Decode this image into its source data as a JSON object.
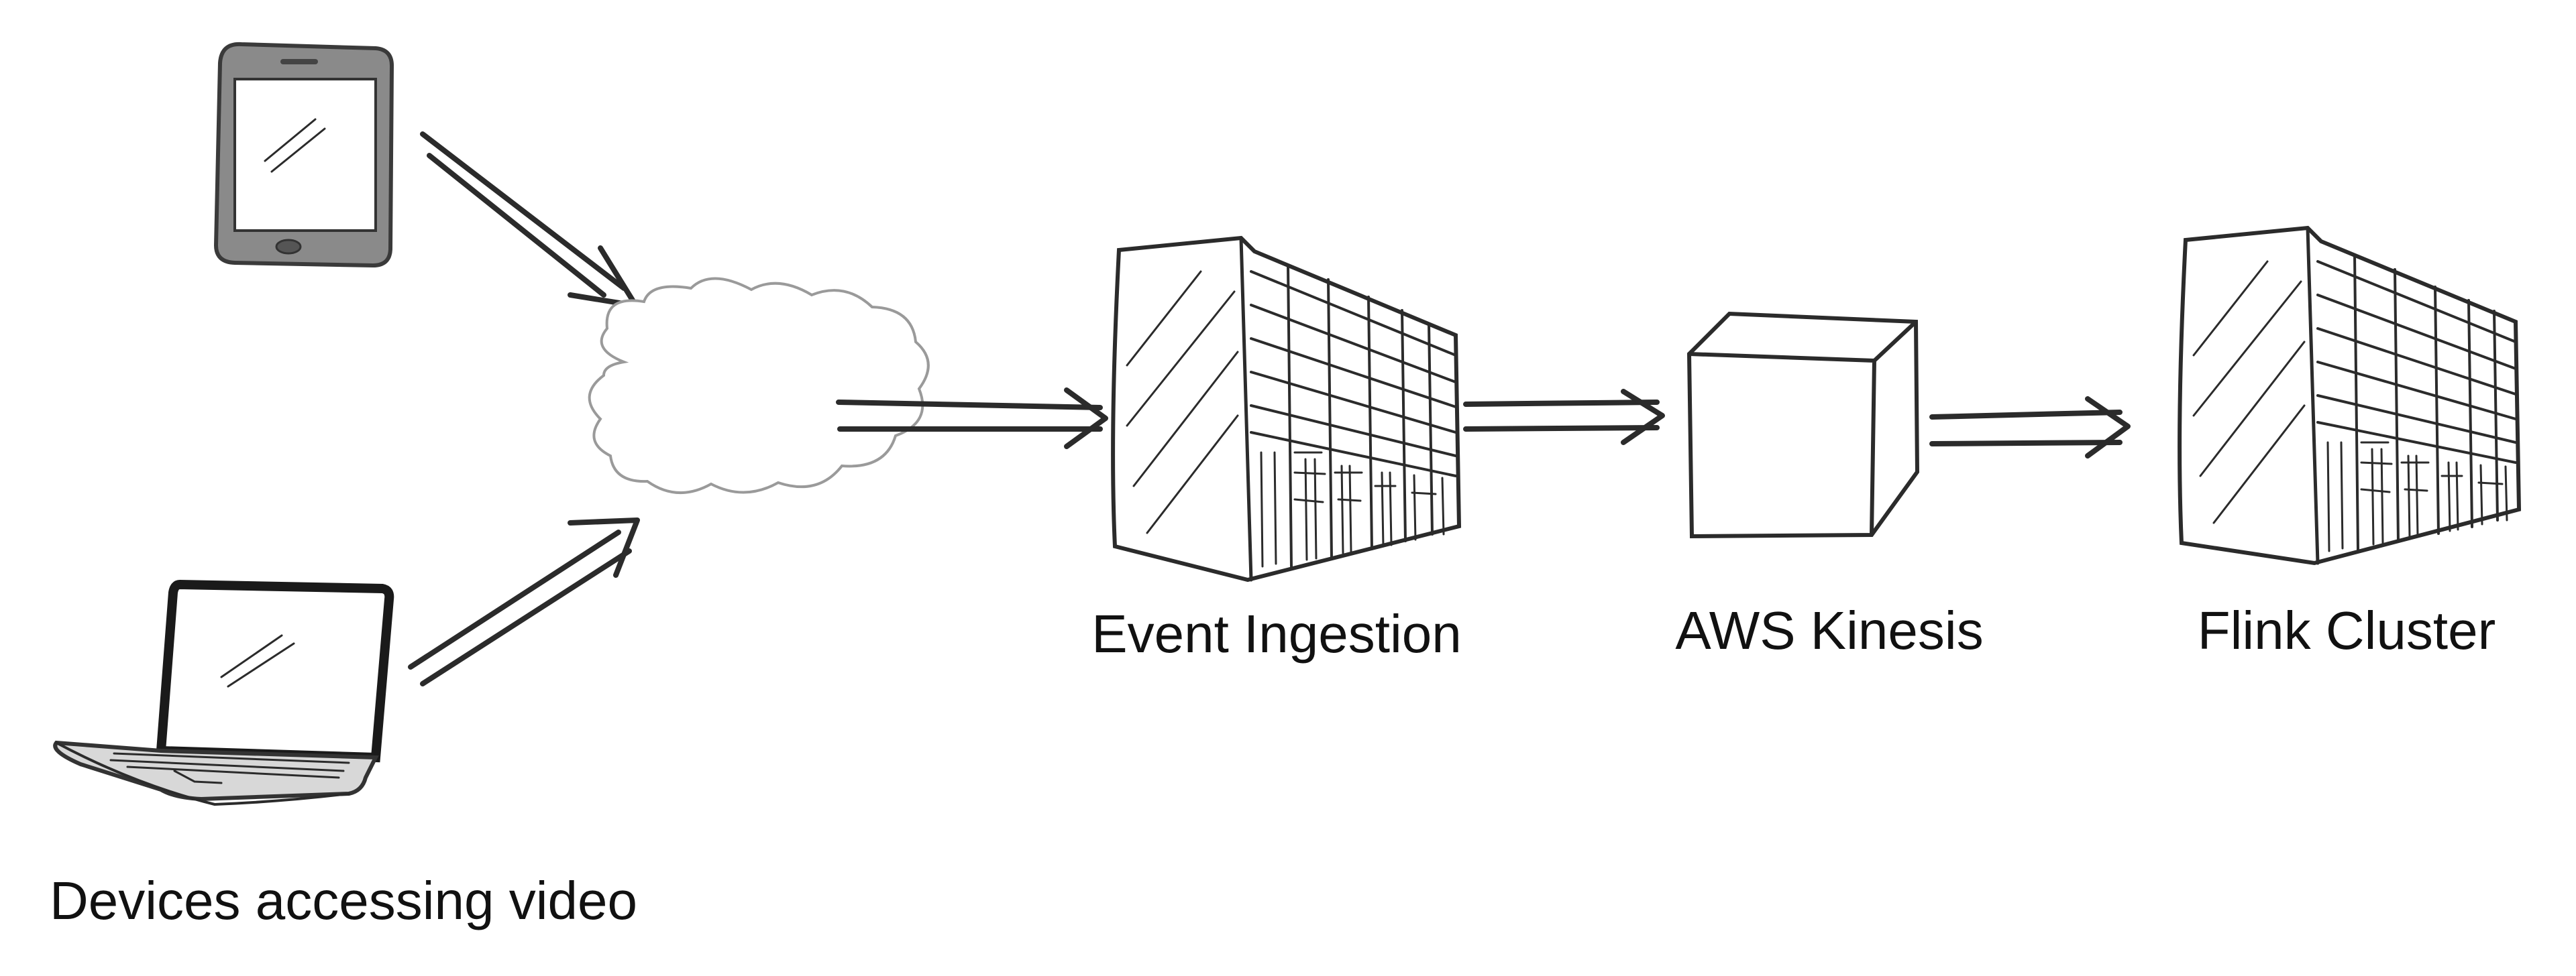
{
  "diagram": {
    "labels": {
      "devices": "Devices accessing video",
      "ingestion": "Event Ingestion",
      "kinesis": "AWS Kinesis",
      "flink": "Flink Cluster"
    },
    "icons": {
      "phone": "smartphone-icon",
      "laptop": "laptop-icon",
      "cloud": "cloud-icon",
      "ingestion": "server-rack-icon",
      "kinesis": "cube-icon",
      "flink": "server-rack-icon"
    },
    "colors": {
      "stroke": "#2b2b2b",
      "phone_body": "#8a8a8a",
      "laptop_screen": "#1a1a1a",
      "text": "#111111"
    }
  }
}
